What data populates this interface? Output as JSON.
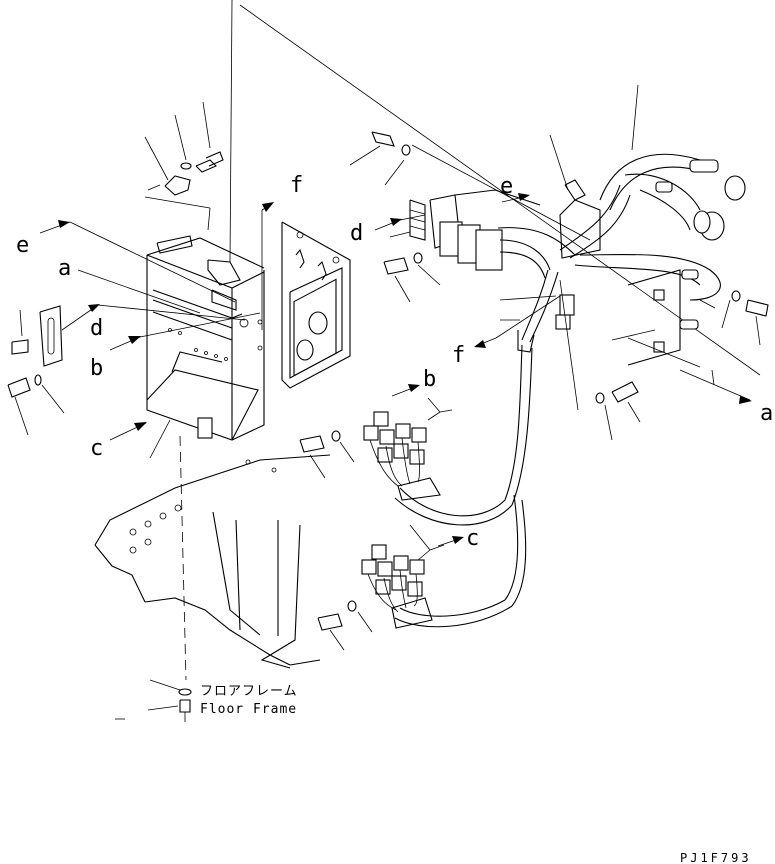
{
  "callouts": {
    "a_left": "a",
    "a_right": "a",
    "b_left": "b",
    "b_right": "b",
    "c_left": "c",
    "c_right": "c",
    "d_left": "d",
    "d_right": "d",
    "e_left": "e",
    "e_right": "e",
    "f_left": "f",
    "f_right": "f"
  },
  "floor_frame": {
    "label_jp": "フロアフレーム",
    "label_en": "Floor Frame"
  },
  "drawing_code": "PJ1F793"
}
